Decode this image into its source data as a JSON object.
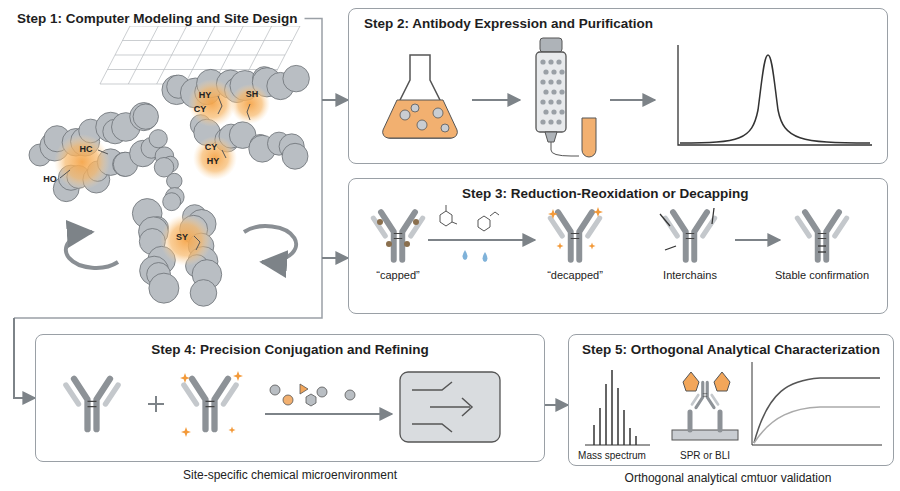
{
  "diagram": {
    "nodes": [
      {
        "text": [
          "Step 1: Computer Modeling and Site Design"
        ]
      },
      {
        "text": [
          "Step 2: Antibody Expression and Purification"
        ]
      },
      {
        "text": [
          "Step 3: Reduction-Reoxidation or Decapping"
        ]
      },
      {
        "text": [
          "Step 4: Precision Conjugation and Refining"
        ]
      },
      {
        "text": [
          "Step 5: Orthogonal Analytical Characterization"
        ]
      }
    ],
    "edges": [
      {
        "from": 0,
        "to": 1,
        "arrow": "to"
      },
      {
        "from": 0,
        "to": 2,
        "arrow": "to"
      },
      {
        "from": 0,
        "to": 3,
        "arrow": "to"
      },
      {
        "from": 3,
        "to": 4,
        "arrow": "to"
      }
    ],
    "labels": [
      "HY",
      "SH",
      "CY",
      "HC",
      "CY",
      "HY",
      "HO",
      "SY",
      "“capped”",
      "“decapped”",
      "Interchains",
      "Stable confirmation",
      "Site-specific chemical microenvironment",
      "Mass spectrum",
      "SPR or BLI",
      "Orthogonal analytical cmtuor validation"
    ]
  }
}
